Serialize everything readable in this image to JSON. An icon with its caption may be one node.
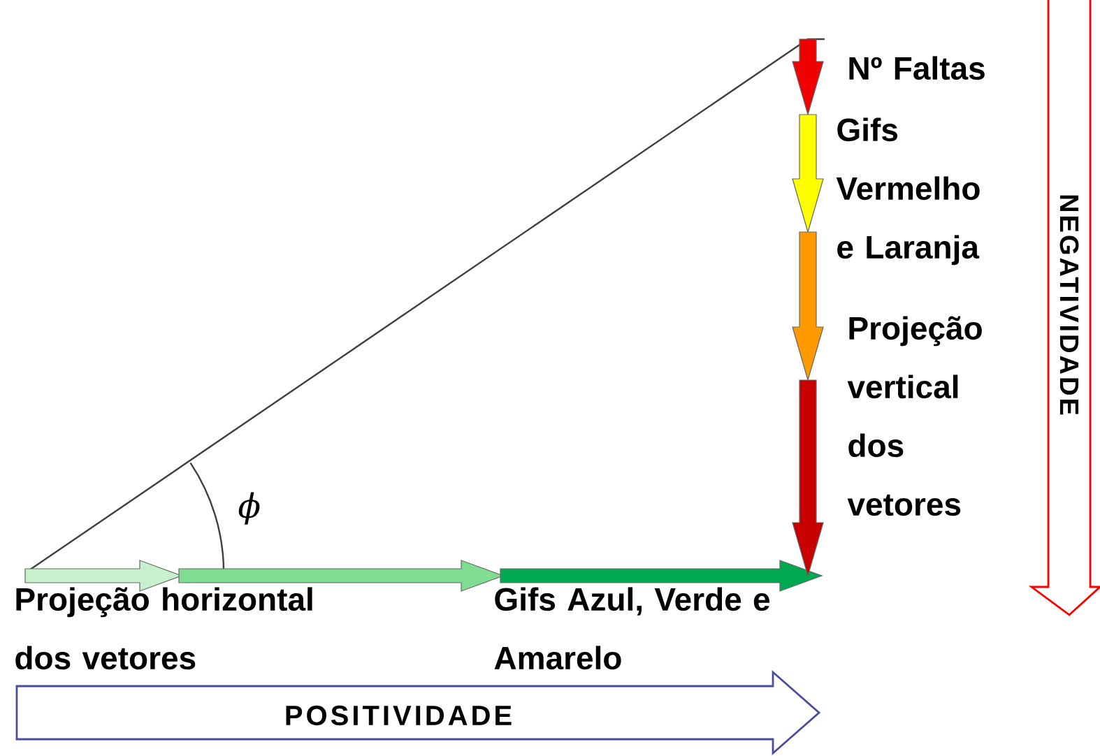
{
  "diagram": {
    "nodes": [
      {
        "text": [
          "NEGATIVIDADE"
        ]
      },
      {
        "text": [
          "POSITIVIDADE"
        ]
      }
    ],
    "edges": [],
    "labels": [
      "Nº Faltas",
      "Gifs Vermelho e Laranja",
      "Projeção vertical dos vetores",
      "ϕ",
      "Projeção horizontal dos vetores",
      "Gifs Azul, Verde e Amarelo"
    ]
  }
}
